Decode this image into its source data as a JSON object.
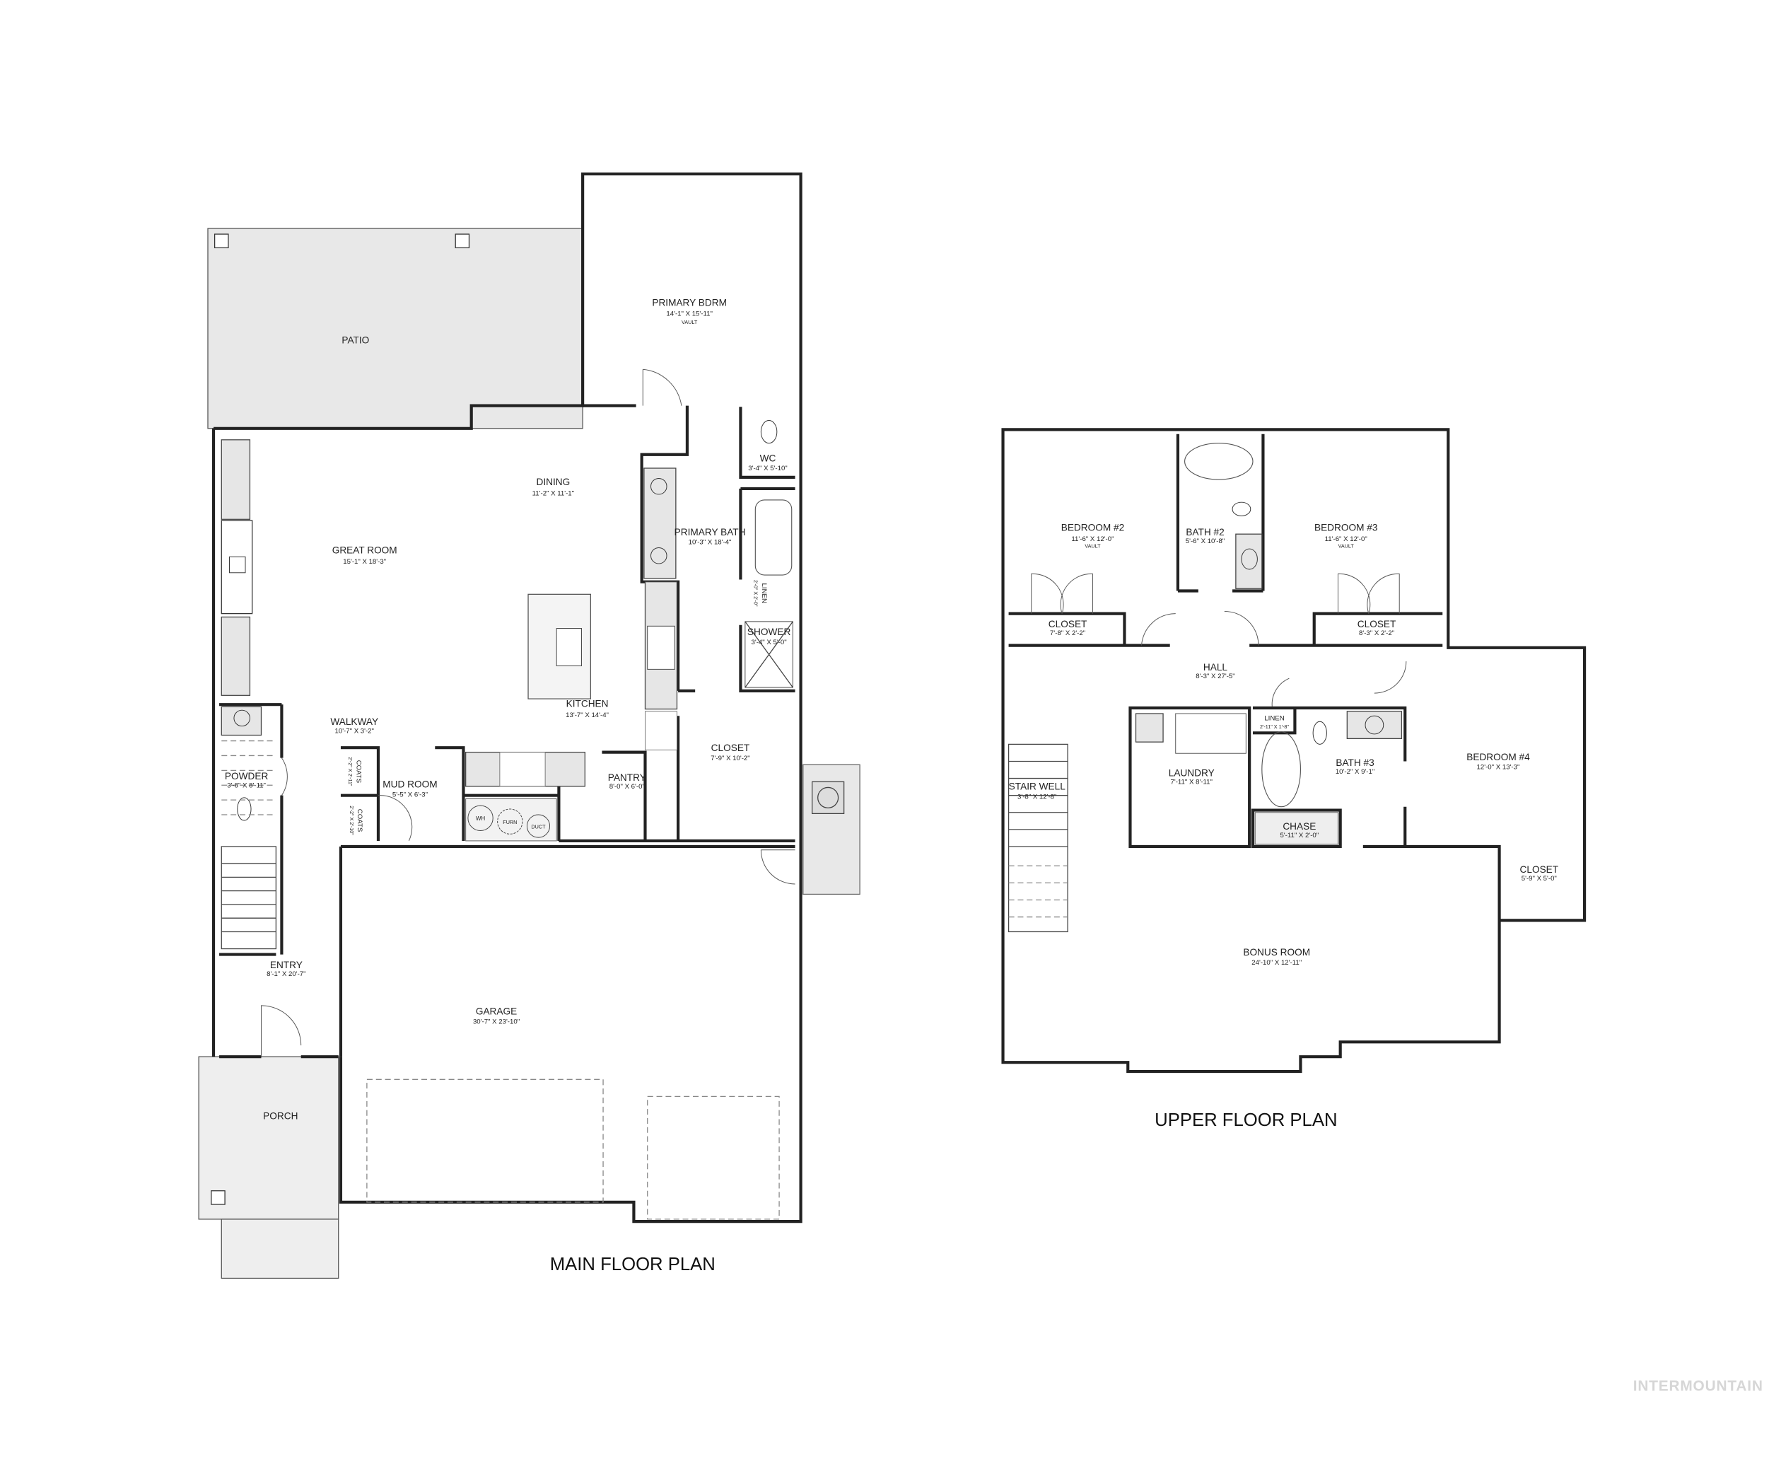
{
  "main_floor": {
    "title": "MAIN FLOOR PLAN",
    "rooms": {
      "patio": {
        "name": "PATIO"
      },
      "primary_bdrm": {
        "name": "PRIMARY BDRM",
        "dims": "14'-1\" X 15'-11\"",
        "note": "VAULT"
      },
      "dining": {
        "name": "DINING",
        "dims": "11'-2\" X 11'-1\""
      },
      "great_room": {
        "name": "GREAT ROOM",
        "dims": "15'-1\" X 18'-3\""
      },
      "primary_bath": {
        "name": "PRIMARY BATH",
        "dims": "10'-3\" X 18'-4\""
      },
      "wc": {
        "name": "WC",
        "dims": "3'-4\" X 5'-10\""
      },
      "linen": {
        "name": "LINEN",
        "dims": "2'-0\" X 2'-0\""
      },
      "shower": {
        "name": "SHOWER",
        "dims": "3'-4\" X 5'-0\""
      },
      "kitchen": {
        "name": "KITCHEN",
        "dims": "13'-7\" X 14'-4\""
      },
      "walkway": {
        "name": "WALKWAY",
        "dims": "10'-7\" X 3'-2\""
      },
      "powder": {
        "name": "POWDER",
        "dims": "3'-8\" X 8'-11\""
      },
      "coats_1": {
        "name": "COATS",
        "dims": "2'-2\" X 2'-11\""
      },
      "coats_2": {
        "name": "COATS",
        "dims": "2'-2\" X 2'-10\""
      },
      "mud_room": {
        "name": "MUD ROOM",
        "dims": "5'-5\" X 6'-3\""
      },
      "pantry": {
        "name": "PANTRY",
        "dims": "8'-0\" X 6'-0\""
      },
      "closet": {
        "name": "CLOSET",
        "dims": "7'-9\" X 10'-2\""
      },
      "entry": {
        "name": "ENTRY",
        "dims": "8'-1\" X 20'-7\""
      },
      "garage": {
        "name": "GARAGE",
        "dims": "30'-7\" X 23'-10\""
      },
      "porch": {
        "name": "PORCH"
      }
    },
    "equipment": {
      "wh": "WH",
      "furn": "FURN",
      "duct": "DUCT"
    }
  },
  "upper_floor": {
    "title": "UPPER FLOOR PLAN",
    "rooms": {
      "bedroom_2": {
        "name": "BEDROOM #2",
        "dims": "11'-6\" X 12'-0\"",
        "note": "VAULT"
      },
      "bath_2": {
        "name": "BATH #2",
        "dims": "5'-6\" X 10'-8\""
      },
      "bedroom_3": {
        "name": "BEDROOM #3",
        "dims": "11'-6\" X 12'-0\"",
        "note": "VAULT"
      },
      "closet_2": {
        "name": "CLOSET",
        "dims": "7'-8\" X 2'-2\""
      },
      "closet_3": {
        "name": "CLOSET",
        "dims": "8'-3\" X 2'-2\""
      },
      "hall": {
        "name": "HALL",
        "dims": "8'-3\" X 27'-5\""
      },
      "linen": {
        "name": "LINEN",
        "dims": "2'-11\" X 1'-8\""
      },
      "laundry": {
        "name": "LAUNDRY",
        "dims": "7'-11\" X 8'-11\""
      },
      "bath_3": {
        "name": "BATH #3",
        "dims": "10'-2\" X 9'-1\""
      },
      "bedroom_4": {
        "name": "BEDROOM #4",
        "dims": "12'-0\" X 13'-3\""
      },
      "chase": {
        "name": "CHASE",
        "dims": "5'-11\" X 2'-0\""
      },
      "stair_well": {
        "name": "STAIR WELL",
        "dims": "3'-8\" X 12'-8\""
      },
      "closet_4": {
        "name": "CLOSET",
        "dims": "5'-9\" X 5'-0\""
      },
      "bonus_room": {
        "name": "BONUS ROOM",
        "dims": "24'-10\" X 12'-11\""
      }
    }
  },
  "watermark": "INTERMOUNTAIN",
  "colors": {
    "wall": "#222222",
    "fill_gray": "#e6e6e6",
    "watermark": "#d6d6d6"
  }
}
